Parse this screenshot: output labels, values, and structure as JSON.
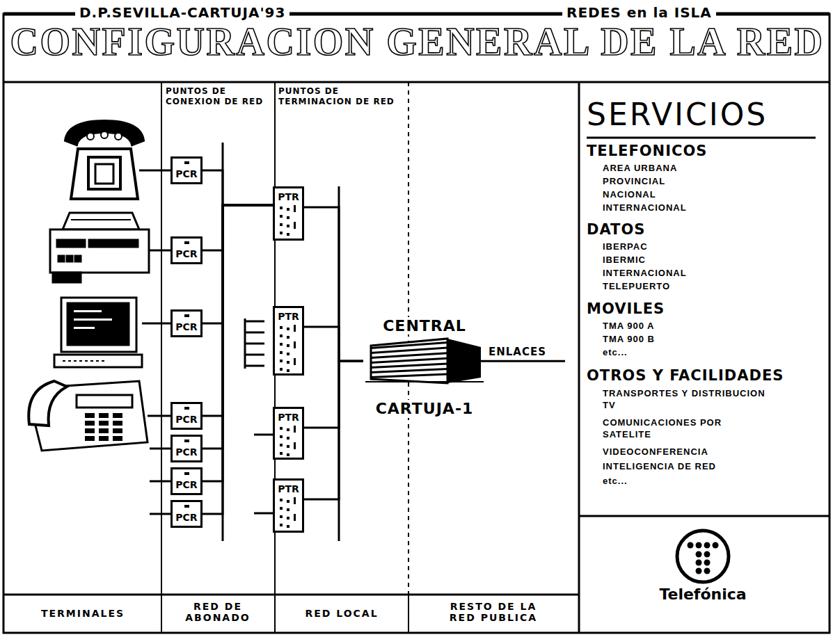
{
  "diagram": {
    "title": "CONFIGURACION GENERAL DE LA RED",
    "nodes": [
      {
        "text": [
          "PCR"
        ]
      },
      {
        "text": [
          "PCR"
        ]
      },
      {
        "text": [
          "PCR"
        ]
      },
      {
        "text": [
          "PCR"
        ]
      },
      {
        "text": [
          "PCR"
        ]
      },
      {
        "text": [
          "PCR"
        ]
      },
      {
        "text": [
          "PCR"
        ]
      },
      {
        "text": [
          "PTR"
        ]
      },
      {
        "text": [
          "PTR"
        ]
      },
      {
        "text": [
          "PTR"
        ]
      },
      {
        "text": [
          "PTR"
        ]
      },
      {
        "text": [
          "CENTRAL",
          "CARTUJA-1"
        ]
      }
    ],
    "edges": [
      {
        "from": 0,
        "to": 7,
        "arrow": "none"
      },
      {
        "from": 1,
        "to": 7,
        "arrow": "none"
      },
      {
        "from": 2,
        "to": 7,
        "arrow": "none"
      },
      {
        "from": 3,
        "to": 7,
        "arrow": "none"
      },
      {
        "from": 4,
        "to": 7,
        "arrow": "none"
      },
      {
        "from": 5,
        "to": 7,
        "arrow": "none"
      },
      {
        "from": 6,
        "to": 7,
        "arrow": "none"
      },
      {
        "from": 7,
        "to": 11,
        "arrow": "none"
      },
      {
        "from": 8,
        "to": 11,
        "arrow": "none"
      },
      {
        "from": 9,
        "to": 11,
        "arrow": "none"
      },
      {
        "from": 10,
        "to": 11,
        "arrow": "none"
      }
    ],
    "labels": [
      "D.P.SEVILLA-CARTUJA'93",
      "REDES en la ISLA",
      "PUNTOS DE CONEXION DE RED",
      "PUNTOS DE TERMINACION DE RED",
      "ENLACES",
      "TERMINALES",
      "RED DE ABONADO",
      "RED LOCAL",
      "RESTO DE LA RED PUBLICA",
      "SERVICIOS",
      "TELEFONICOS",
      "AREA URBANA",
      "PROVINCIAL",
      "NACIONAL",
      "INTERNACIONAL",
      "DATOS",
      "IBERPAC",
      "IBERMIC",
      "INTERNACIONAL",
      "TELEPUERTO",
      "MOVILES",
      "TMA 900 A",
      "TMA 900 B",
      "etc...",
      "OTROS Y FACILIDADES",
      "TRANSPORTES Y DISTRIBUCION TV",
      "COMUNICACIONES POR SATELITE",
      "VIDEOCONFERENCIA",
      "INTELIGENCIA DE RED",
      "etc...",
      "Telefónica"
    ]
  }
}
